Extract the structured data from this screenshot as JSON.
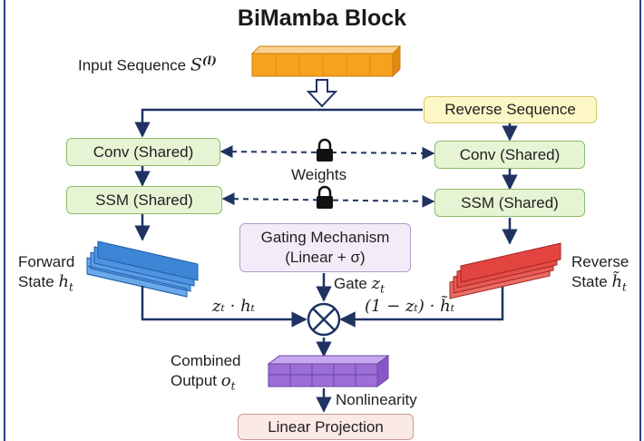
{
  "title": "BiMamba Block",
  "input": {
    "label": "Input Sequence",
    "symbol": "S",
    "superscript": "(l)"
  },
  "reverse_sequence": "Reverse Sequence",
  "conv_left": "Conv (Shared)",
  "conv_right": "Conv (Shared)",
  "ssm_left": "SSM (Shared)",
  "ssm_right": "SSM (Shared)",
  "weights": "Weights",
  "gating": {
    "line1": "Gating Mechanism",
    "line2": "(Linear + σ)"
  },
  "gate": {
    "label": "Gate",
    "symbol": "z",
    "sub": "t"
  },
  "forward_state": {
    "line1": "Forward",
    "line2": "State",
    "symbol": "h",
    "sub": "t"
  },
  "reverse_state": {
    "line1": "Reverse",
    "line2": "State",
    "symbol": "h̃",
    "sub": "t"
  },
  "forward_term": "zₜ · hₜ",
  "reverse_term": "(1 − zₜ) · h̃ₜ",
  "combined": {
    "line1": "Combined",
    "line2": "Output",
    "symbol": "o",
    "sub": "t"
  },
  "nonlinearity": "Nonlinearity",
  "linear_projection": "Linear Projection",
  "colors": {
    "line": "#1f3363",
    "forward": "#3d86d6",
    "reverse": "#e2443f",
    "input": "#f6a21e",
    "output": "#9c6fd6"
  }
}
